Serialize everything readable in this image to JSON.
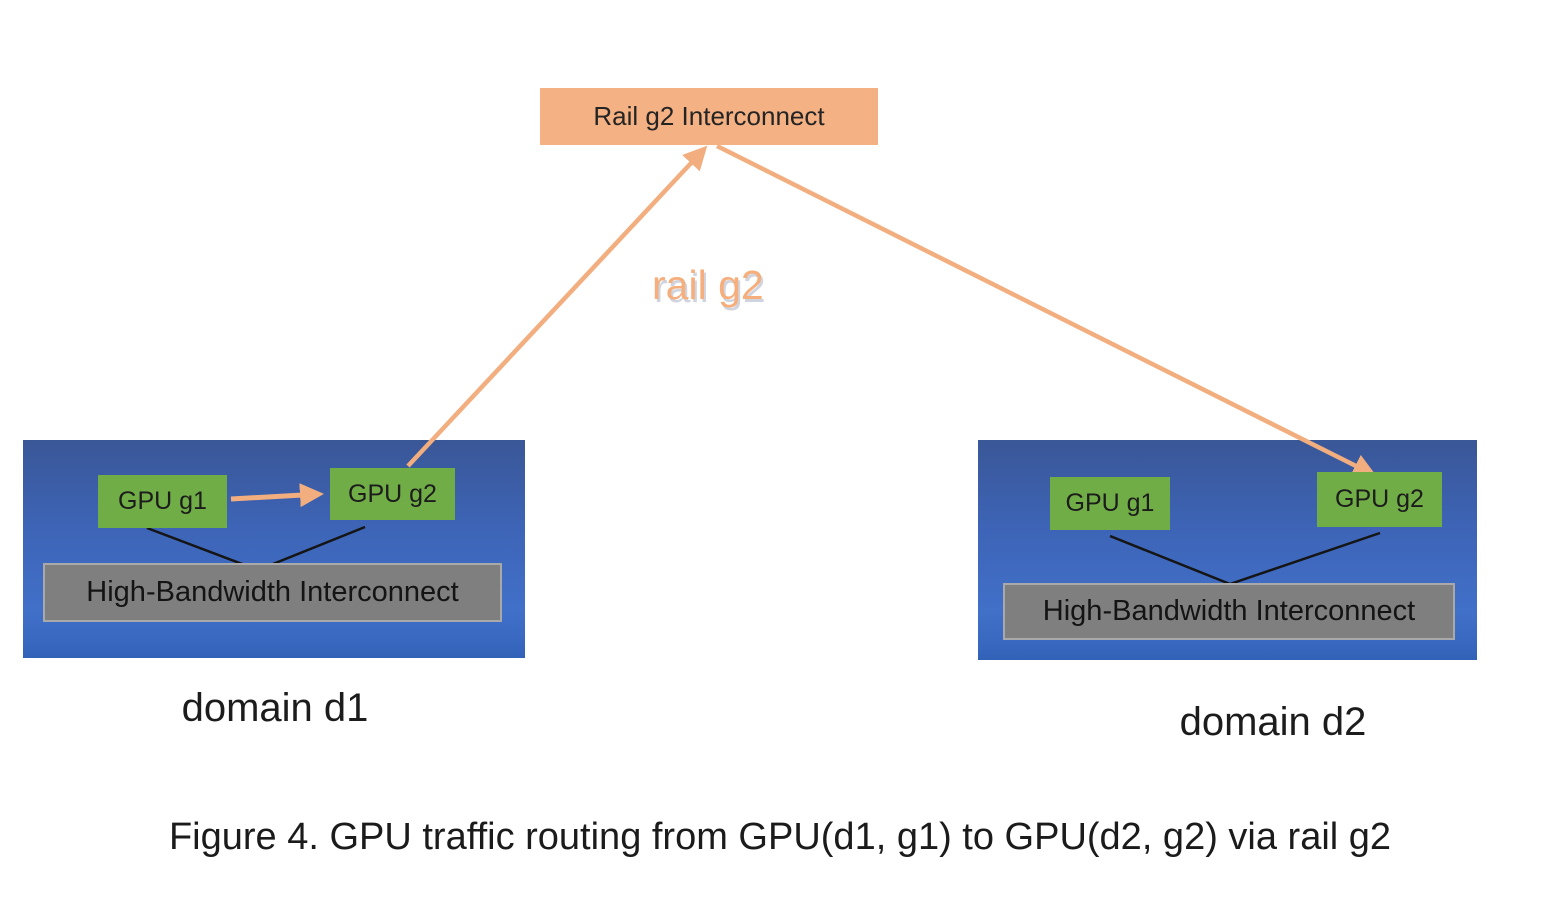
{
  "diagram": {
    "rail_box": {
      "label": "Rail g2 Interconnect"
    },
    "rail_edge_label": "rail g2",
    "domain_d1": {
      "label": "domain d1",
      "gpu1": "GPU g1",
      "gpu2": "GPU g2",
      "interconnect": "High-Bandwidth Interconnect"
    },
    "domain_d2": {
      "label": "domain d2",
      "gpu1": "GPU g1",
      "gpu2": "GPU g2",
      "interconnect": "High-Bandwidth Interconnect"
    },
    "caption": "Figure 4. GPU traffic routing from GPU(d1, g1) to GPU(d2, g2) via rail g2",
    "edges": [
      {
        "from": "GPU(d1, g1)",
        "to": "GPU(d1, g2)",
        "style": "orange-arrow"
      },
      {
        "from": "GPU(d1, g2)",
        "to": "Rail g2 Interconnect",
        "style": "orange-arrow"
      },
      {
        "from": "Rail g2 Interconnect",
        "to": "GPU(d2, g2)",
        "style": "orange-arrow"
      },
      {
        "from": "GPU(d1, g1)",
        "to": "High-Bandwidth Interconnect (d1)",
        "style": "black-line"
      },
      {
        "from": "GPU(d1, g2)",
        "to": "High-Bandwidth Interconnect (d1)",
        "style": "black-line"
      },
      {
        "from": "GPU(d2, g1)",
        "to": "High-Bandwidth Interconnect (d2)",
        "style": "black-line"
      },
      {
        "from": "GPU(d2, g2)",
        "to": "High-Bandwidth Interconnect (d2)",
        "style": "black-line"
      }
    ],
    "colors": {
      "rail_box_fill": "#f4b183",
      "arrow_orange": "#f2ae7e",
      "gpu_green": "#70ad47",
      "domain_blue_top": "#3a5797",
      "domain_blue_bottom": "#4170c9",
      "interconnect_gray": "#7f7f7f",
      "connector_black": "#151515"
    }
  }
}
